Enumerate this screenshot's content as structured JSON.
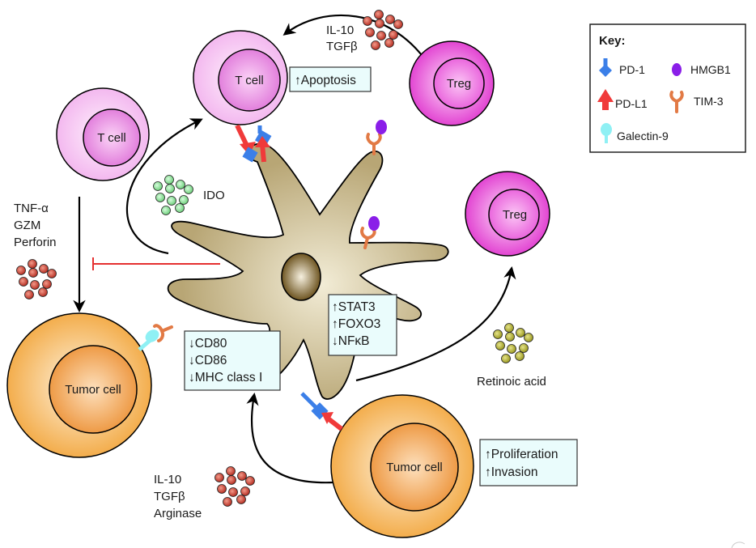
{
  "colors": {
    "tcell_outer": "#f6c3f2",
    "tcell_inner": "#e88ae2",
    "treg_outer": "#e64fd6",
    "treg_inner": "#f07fe6",
    "tumor_outer": "#f4b250",
    "tumor_inner": "#f0a04a",
    "dc_body": "#bfae80",
    "dc_nucleus": "#7a5f28",
    "pd1": "#3b7fe8",
    "pdl1": "#f03a3a",
    "hmgb1": "#8a1ee8",
    "tim3": "#e27a45",
    "galectin9": "#8ff0f4",
    "cytokine_red": "#c63a2e",
    "ido_green": "#7edb8a",
    "retinoic_olive": "#a4a22a",
    "info_box_fill": "#eafcfc",
    "inhibit_line": "#e53030"
  },
  "cells": {
    "tcell_top": "T cell",
    "tcell_left": "T cell",
    "treg_top": "Treg",
    "treg_right": "Treg",
    "tumor_left": "Tumor cell",
    "tumor_bottom": "Tumor cell"
  },
  "labels": {
    "il10_top": "IL-10",
    "tgfb_top": "TGFβ",
    "tnf": "TNF-α",
    "gzm": "GZM",
    "perforin": "Perforin",
    "ido": "IDO",
    "retinoic_acid": "Retinoic acid",
    "il10_bottom": "IL-10",
    "tgfb_bottom": "TGFβ",
    "arginase": "Arginase"
  },
  "boxes": {
    "apoptosis": "↑Apoptosis",
    "dc_markers": [
      "↓CD80",
      "↓CD86",
      "↓MHC class I"
    ],
    "dc_transcription": [
      "↑STAT3",
      "↑FOXO3",
      "↓NFκB"
    ],
    "tumor_effects": [
      "↑Proliferation",
      "↑Invasion"
    ]
  },
  "key": {
    "title": "Key:",
    "items": [
      {
        "icon": "pd1-icon",
        "label": "PD-1"
      },
      {
        "icon": "hmgb1-icon",
        "label": "HMGB1"
      },
      {
        "icon": "pdl1-icon",
        "label": "PD-L1"
      },
      {
        "icon": "tim3-icon",
        "label": "TIM-3"
      },
      {
        "icon": "galectin9-icon",
        "label": "Galectin-9"
      }
    ]
  }
}
